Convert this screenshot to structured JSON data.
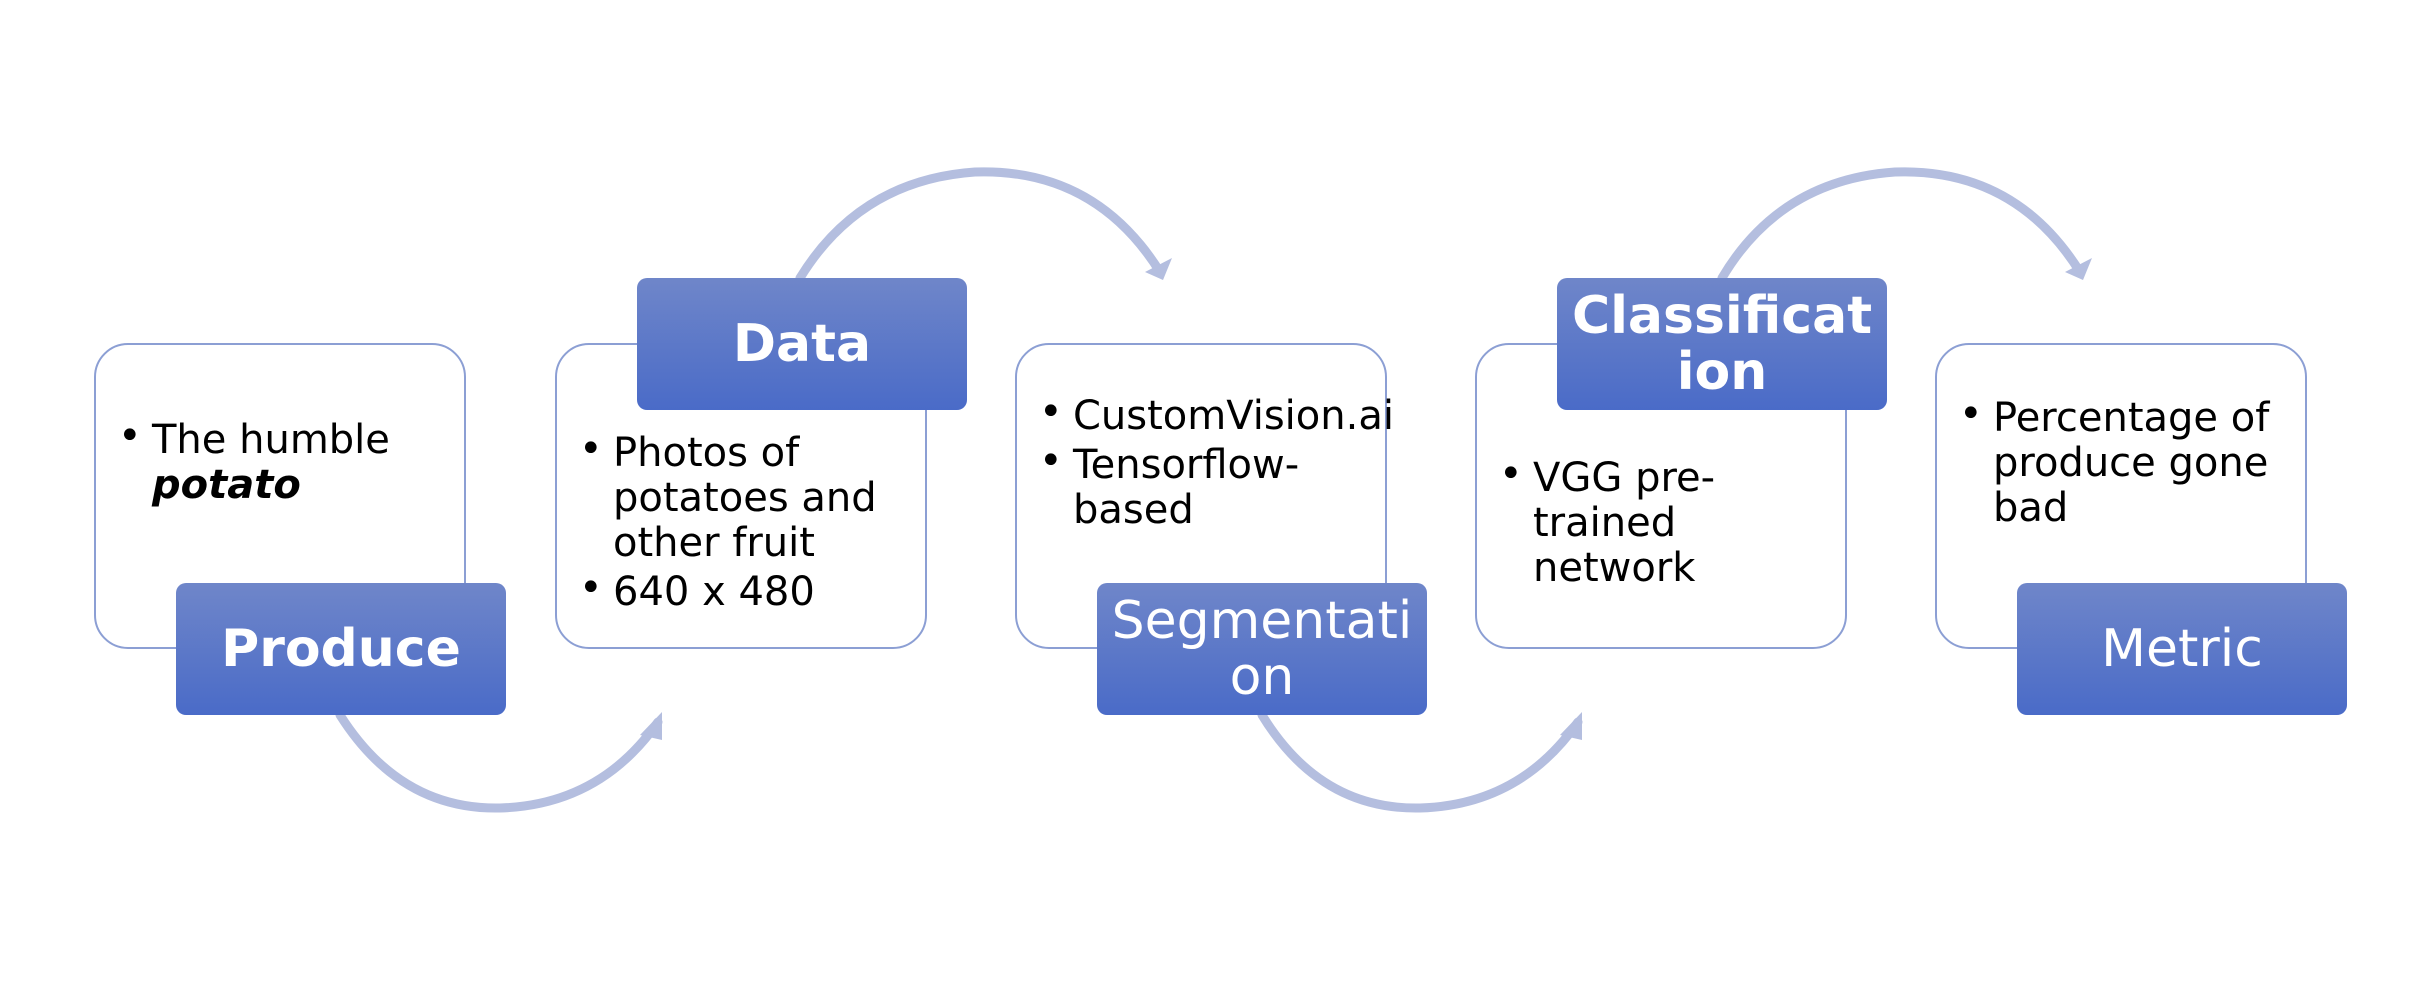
{
  "colors": {
    "label_fill": "#4a6bc8",
    "label_fill_top": "#6f86c9",
    "card_border": "#8c9fd4",
    "arrow": "#b4bedf"
  },
  "steps": [
    {
      "label": "Produce",
      "bullets": [
        "The humble "
      ],
      "emphasis": "potato"
    },
    {
      "label": "Data",
      "bullets": [
        "Photos of potatoes and other fruit",
        "640 x 480"
      ]
    },
    {
      "label": "Segmentation",
      "bullets": [
        "CustomVision.ai",
        "Tensorflow-based"
      ]
    },
    {
      "label": "Classification",
      "bullets": [
        "VGG pre-trained network"
      ]
    },
    {
      "label": "Metric",
      "bullets": [
        "Percentage of produce gone bad"
      ]
    }
  ]
}
